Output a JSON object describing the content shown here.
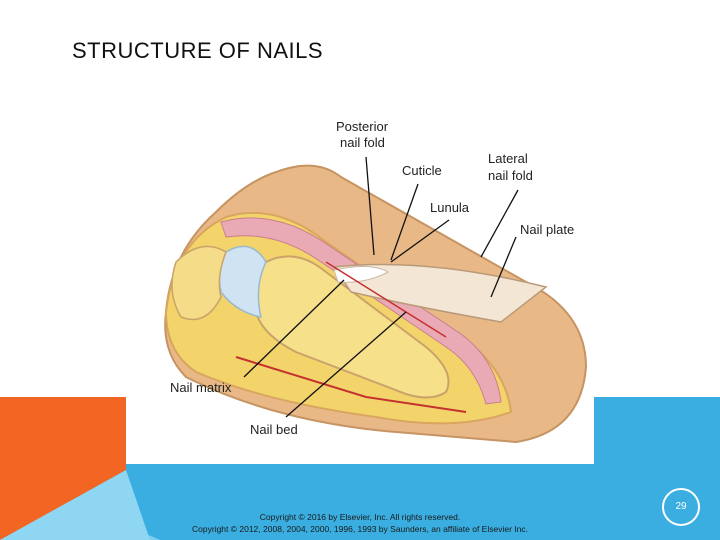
{
  "slide": {
    "title": "STRUCTURE OF NAILS",
    "page_number": "29",
    "copyright_line1": "Copyright © 2016 by Elsevier, Inc. All rights reserved.",
    "copyright_line2": "Copyright © 2012, 2008, 2004, 2000, 1996, 1993 by Saunders, an affiliate of Elsevier Inc."
  },
  "figure": {
    "labels": {
      "posterior_nail_fold_1": "Posterior",
      "posterior_nail_fold_2": "nail fold",
      "cuticle": "Cuticle",
      "lateral_nail_fold_1": "Lateral",
      "lateral_nail_fold_2": "nail fold",
      "lunula": "Lunula",
      "nail_plate": "Nail plate",
      "nail_matrix": "Nail matrix",
      "nail_bed": "Nail bed"
    }
  },
  "colors": {
    "orange_accent": "#f26522",
    "blue_accent": "#3aaee0",
    "light_blue": "#7fcff0"
  }
}
